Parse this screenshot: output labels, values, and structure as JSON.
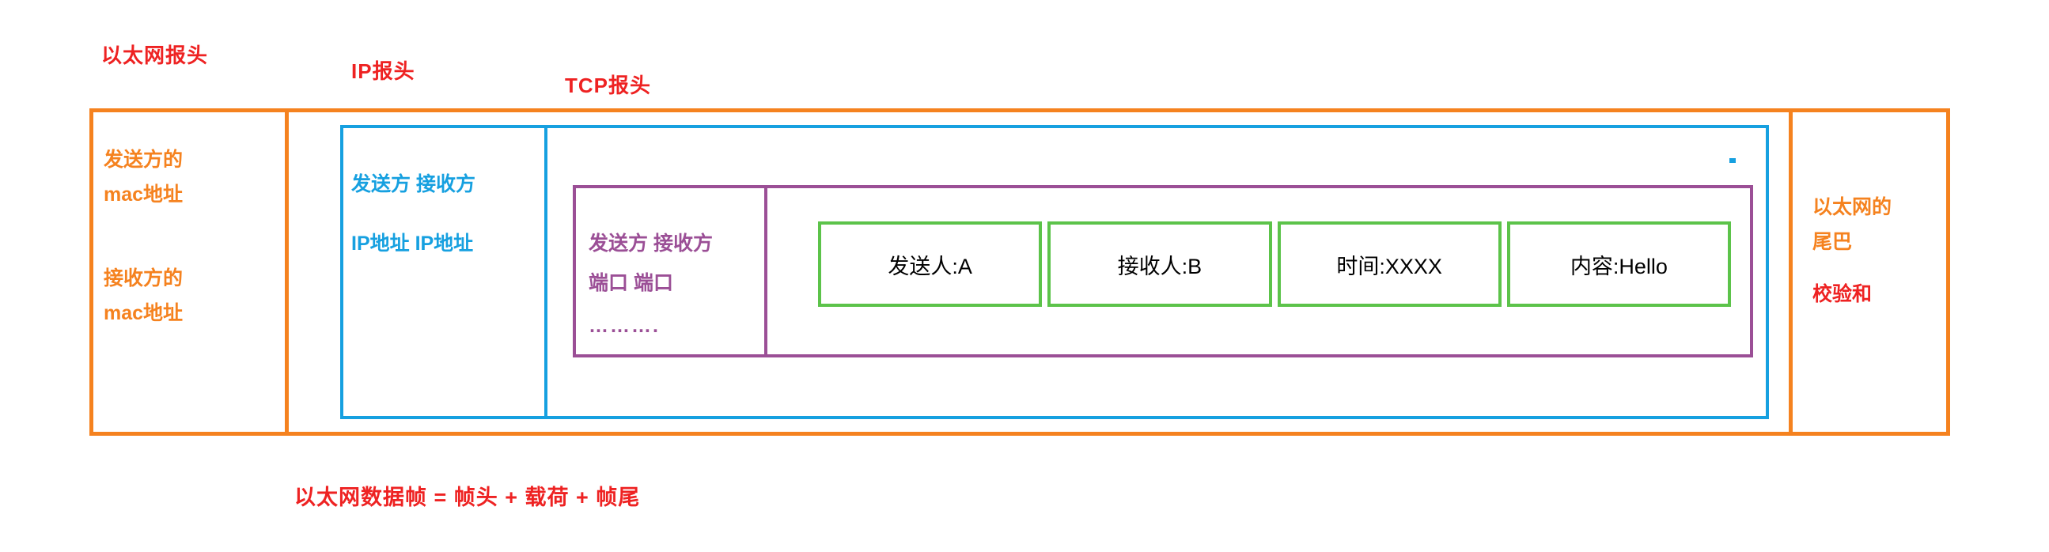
{
  "callouts": {
    "ethernet_header": "以太网报头",
    "ip_header": "IP报头",
    "tcp_header": "TCP报头"
  },
  "ethernet_frame": {
    "header": {
      "source_mac": "发送方的\nmac地址",
      "source_mac_line1": "发送方的",
      "source_mac_line2": "mac地址",
      "dest_mac_line1": "接收方的",
      "dest_mac_line2": "mac地址"
    },
    "trailer": {
      "title_line1": "以太网的",
      "title_line2": "尾巴",
      "checksum": "校验和"
    },
    "border_color": "#f5821f"
  },
  "ip_header": {
    "parties": "发送方 接收方",
    "addresses": "IP地址 IP地址",
    "border_color": "#16a0e0"
  },
  "tcp_header": {
    "parties": "发送方 接收方",
    "ports": "端口     端口",
    "ellipsis": "……….",
    "border_color": "#9b4f96"
  },
  "payload": {
    "border_color": "#5cc34a",
    "cells": [
      {
        "label": "发送人:A"
      },
      {
        "label": "接收人:B"
      },
      {
        "label": "时间:XXXX"
      },
      {
        "label": "内容:Hello"
      }
    ]
  },
  "caption": "以太网数据帧 = 帧头 + 载荷 + 帧尾"
}
